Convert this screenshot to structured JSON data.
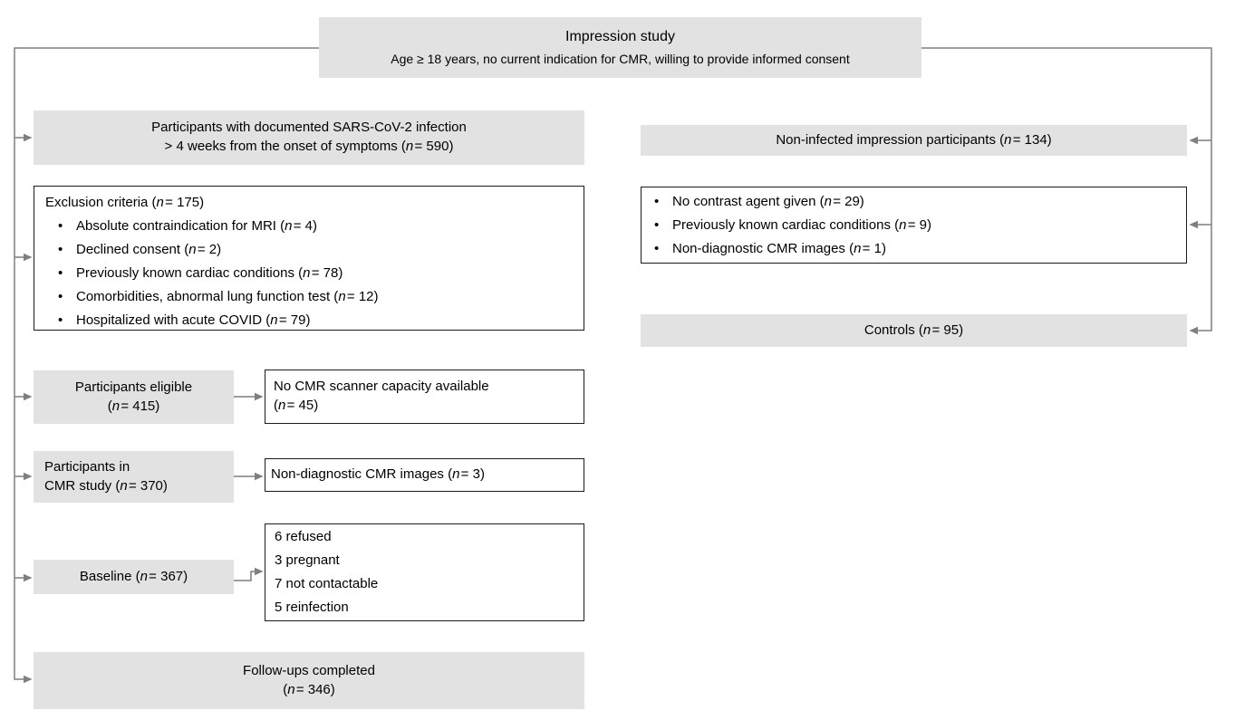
{
  "palette": {
    "box_gray": "#e2e2e2",
    "line_gray": "#7f7f7f",
    "border_dark": "#1c1c1c",
    "text": "#000000"
  },
  "top": {
    "title": "Impression study",
    "subtitle": "Age ≥ 18 years, no current indication for CMR, willing to provide informed consent"
  },
  "left": {
    "infected": {
      "line1": "Participants with documented SARS-CoV-2 infection",
      "line2": "> 4 weeks from the onset of symptoms (n = 590)"
    },
    "exclusion": {
      "title": "Exclusion criteria (n = 175)",
      "items": [
        "Absolute contraindication for MRI (n = 4)",
        "Declined consent (n = 2)",
        "Previously known cardiac conditions (n = 78)",
        "Comorbidities, abnormal lung function test (n = 12)",
        "Hospitalized with acute COVID (n = 79)"
      ]
    },
    "eligible": {
      "line1": "Participants eligible",
      "line2": "(n = 415)"
    },
    "no_scanner": {
      "line1": "No CMR scanner capacity available",
      "line2": "(n = 45)"
    },
    "cmr_study": {
      "line1": "Participants in",
      "line2": "CMR study (n = 370)"
    },
    "non_diagnostic": {
      "label": "Non-diagnostic CMR images (n = 3)"
    },
    "baseline": {
      "label": "Baseline (n = 367)"
    },
    "dropouts": {
      "items": [
        "6 refused",
        "3 pregnant",
        "7 not contactable",
        "5 reinfection"
      ]
    },
    "followups": {
      "line1": "Follow-ups completed",
      "line2": "(n = 346)"
    }
  },
  "right": {
    "non_infected": {
      "label": "Non-infected impression participants (n = 134)"
    },
    "exclusions": {
      "items": [
        "No contrast agent given (n = 29)",
        "Previously known cardiac conditions (n = 9)",
        "Non-diagnostic CMR images (n = 1)"
      ]
    },
    "controls": {
      "label": "Controls (n = 95)"
    }
  }
}
